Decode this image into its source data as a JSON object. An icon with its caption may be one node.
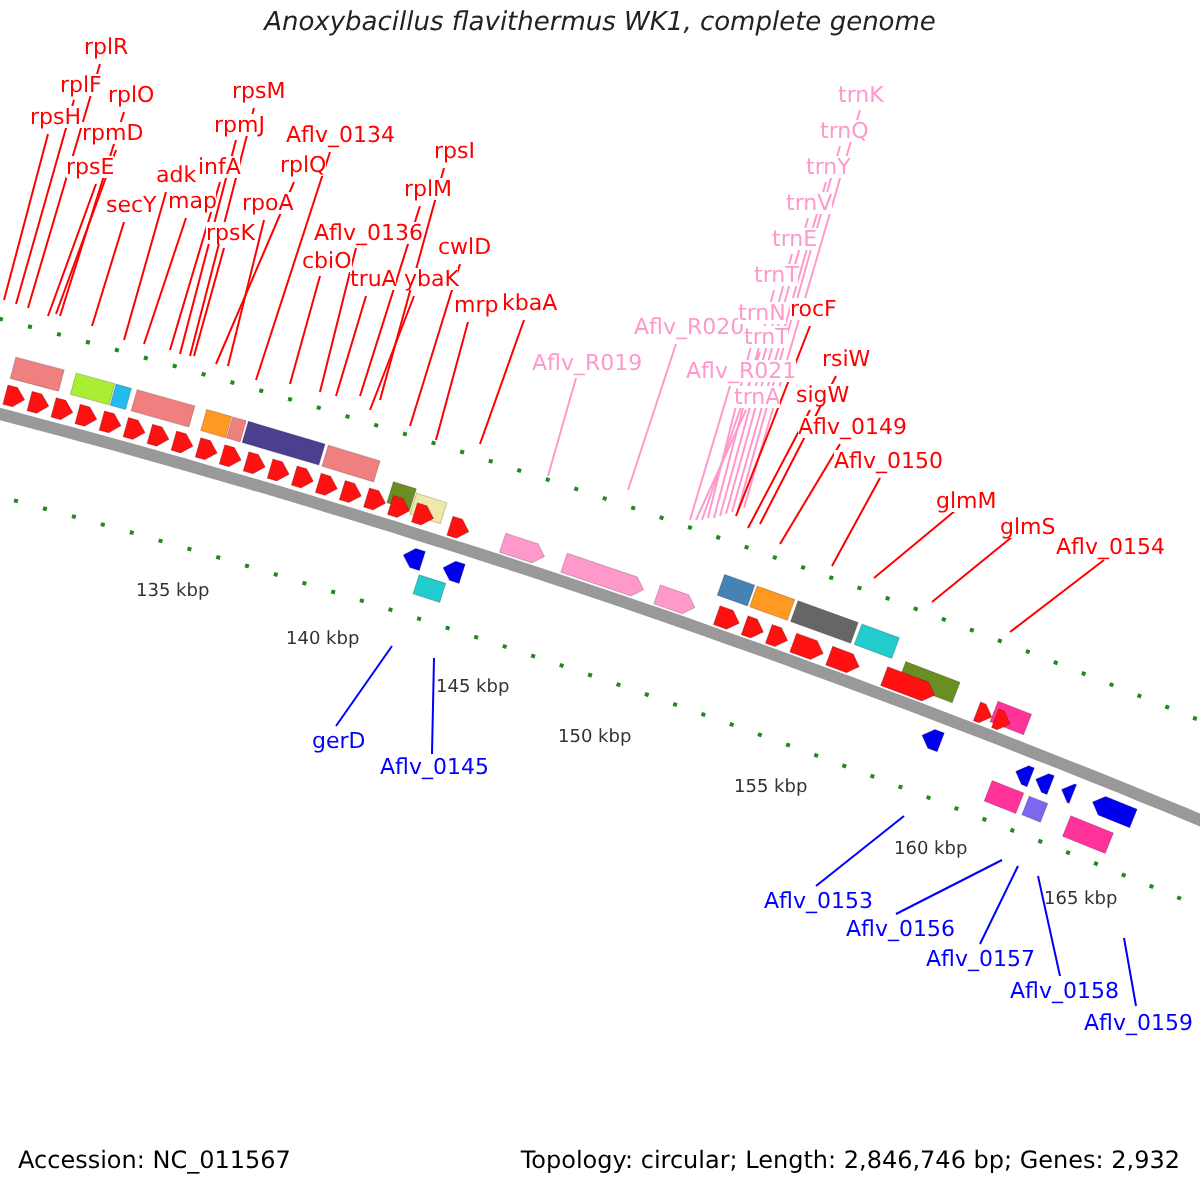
{
  "diagram": {
    "title": "Anoxybacillus flavithermus WK1, complete genome",
    "nodes": [
      {
        "text": [
          "rplR"
        ]
      },
      {
        "text": [
          "rplF"
        ]
      },
      {
        "text": [
          "rpsH"
        ]
      },
      {
        "text": [
          "rplO"
        ]
      },
      {
        "text": [
          "rpmD"
        ]
      },
      {
        "text": [
          "rpsE"
        ]
      },
      {
        "text": [
          "secY"
        ]
      },
      {
        "text": [
          "adk"
        ]
      },
      {
        "text": [
          "map"
        ]
      },
      {
        "text": [
          "infA"
        ]
      },
      {
        "text": [
          "rpmJ"
        ]
      },
      {
        "text": [
          "rpsM"
        ]
      },
      {
        "text": [
          "rpsK"
        ]
      },
      {
        "text": [
          "rplQ"
        ]
      },
      {
        "text": [
          "rpoA"
        ]
      },
      {
        "text": [
          "Aflv_0134"
        ]
      },
      {
        "text": [
          "Aflv_0136"
        ]
      },
      {
        "text": [
          "cbiO"
        ]
      },
      {
        "text": [
          "truA"
        ]
      },
      {
        "text": [
          "rplM"
        ]
      },
      {
        "text": [
          "rpsI"
        ]
      },
      {
        "text": [
          "ybaK"
        ]
      },
      {
        "text": [
          "cwlD"
        ]
      },
      {
        "text": [
          "mrp"
        ]
      },
      {
        "text": [
          "kbaA"
        ]
      },
      {
        "text": [
          "Aflv_R019"
        ]
      },
      {
        "text": [
          "Aflv_R020"
        ]
      },
      {
        "text": [
          "Aflv_R021"
        ]
      },
      {
        "text": [
          "trnK"
        ]
      },
      {
        "text": [
          "trnQ"
        ]
      },
      {
        "text": [
          "trnY"
        ]
      },
      {
        "text": [
          "trnV"
        ]
      },
      {
        "text": [
          "trnE"
        ]
      },
      {
        "text": [
          "trnT"
        ]
      },
      {
        "text": [
          "trnN"
        ]
      },
      {
        "text": [
          "trnT"
        ]
      },
      {
        "text": [
          "trnA"
        ]
      },
      {
        "text": [
          "rocF"
        ]
      },
      {
        "text": [
          "rsiW"
        ]
      },
      {
        "text": [
          "sigW"
        ]
      },
      {
        "text": [
          "Aflv_0149"
        ]
      },
      {
        "text": [
          "Aflv_0150"
        ]
      },
      {
        "text": [
          "glmM"
        ]
      },
      {
        "text": [
          "glmS"
        ]
      },
      {
        "text": [
          "Aflv_0154"
        ]
      },
      {
        "text": [
          "gerD"
        ]
      },
      {
        "text": [
          "Aflv_0145"
        ]
      },
      {
        "text": [
          "Aflv_0153"
        ]
      },
      {
        "text": [
          "Aflv_0156"
        ]
      },
      {
        "text": [
          "Aflv_0157"
        ]
      },
      {
        "text": [
          "Aflv_0158"
        ]
      },
      {
        "text": [
          "Aflv_0159"
        ]
      }
    ],
    "edges": [
      {
        "from": 0,
        "to": null,
        "arrow": "none"
      },
      {
        "from": 1,
        "to": null,
        "arrow": "none"
      },
      {
        "from": 2,
        "to": null,
        "arrow": "none"
      },
      {
        "from": 3,
        "to": null,
        "arrow": "none"
      },
      {
        "from": 4,
        "to": null,
        "arrow": "none"
      },
      {
        "from": 5,
        "to": null,
        "arrow": "none"
      },
      {
        "from": 6,
        "to": null,
        "arrow": "none"
      },
      {
        "from": 7,
        "to": null,
        "arrow": "none"
      },
      {
        "from": 8,
        "to": null,
        "arrow": "none"
      },
      {
        "from": 9,
        "to": null,
        "arrow": "none"
      },
      {
        "from": 10,
        "to": null,
        "arrow": "none"
      },
      {
        "from": 11,
        "to": null,
        "arrow": "none"
      },
      {
        "from": 12,
        "to": null,
        "arrow": "none"
      },
      {
        "from": 13,
        "to": null,
        "arrow": "none"
      },
      {
        "from": 14,
        "to": null,
        "arrow": "none"
      },
      {
        "from": 15,
        "to": null,
        "arrow": "none"
      },
      {
        "from": 16,
        "to": null,
        "arrow": "none"
      },
      {
        "from": 17,
        "to": null,
        "arrow": "none"
      },
      {
        "from": 18,
        "to": null,
        "arrow": "none"
      },
      {
        "from": 19,
        "to": null,
        "arrow": "none"
      },
      {
        "from": 20,
        "to": null,
        "arrow": "none"
      },
      {
        "from": 21,
        "to": null,
        "arrow": "none"
      },
      {
        "from": 22,
        "to": null,
        "arrow": "none"
      },
      {
        "from": 23,
        "to": null,
        "arrow": "none"
      },
      {
        "from": 24,
        "to": null,
        "arrow": "none"
      },
      {
        "from": 25,
        "to": null,
        "arrow": "none",
        "color": "#ff99cc"
      },
      {
        "from": 26,
        "to": null,
        "arrow": "none",
        "color": "#ff99cc"
      },
      {
        "from": 27,
        "to": null,
        "arrow": "none",
        "color": "#ff99cc"
      },
      {
        "from": 28,
        "to": null,
        "arrow": "none",
        "color": "#ff99cc"
      },
      {
        "from": 29,
        "to": null,
        "arrow": "none",
        "color": "#ff99cc"
      },
      {
        "from": 30,
        "to": null,
        "arrow": "none",
        "color": "#ff99cc"
      },
      {
        "from": 31,
        "to": null,
        "arrow": "none",
        "color": "#ff99cc"
      },
      {
        "from": 32,
        "to": null,
        "arrow": "none",
        "color": "#ff99cc"
      },
      {
        "from": 33,
        "to": null,
        "arrow": "none",
        "color": "#ff99cc"
      },
      {
        "from": 34,
        "to": null,
        "arrow": "none",
        "color": "#ff99cc"
      },
      {
        "from": 35,
        "to": null,
        "arrow": "none",
        "color": "#ff99cc"
      },
      {
        "from": 36,
        "to": null,
        "arrow": "none",
        "color": "#ff99cc"
      },
      {
        "from": 37,
        "to": null,
        "arrow": "none"
      },
      {
        "from": 38,
        "to": null,
        "arrow": "none"
      },
      {
        "from": 39,
        "to": null,
        "arrow": "none"
      },
      {
        "from": 40,
        "to": null,
        "arrow": "none"
      },
      {
        "from": 41,
        "to": null,
        "arrow": "none"
      },
      {
        "from": 42,
        "to": null,
        "arrow": "none"
      },
      {
        "from": 43,
        "to": null,
        "arrow": "none"
      },
      {
        "from": 44,
        "to": null,
        "arrow": "none"
      },
      {
        "from": 45,
        "to": null,
        "arrow": "none",
        "color": "#0000ff"
      },
      {
        "from": 46,
        "to": null,
        "arrow": "none",
        "color": "#0000ff"
      },
      {
        "from": 47,
        "to": null,
        "arrow": "none",
        "color": "#0000ff"
      },
      {
        "from": 48,
        "to": null,
        "arrow": "none",
        "color": "#0000ff"
      },
      {
        "from": 49,
        "to": null,
        "arrow": "none",
        "color": "#0000ff"
      },
      {
        "from": 50,
        "to": null,
        "arrow": "none",
        "color": "#0000ff"
      },
      {
        "from": 51,
        "to": null,
        "arrow": "none",
        "color": "#0000ff"
      }
    ],
    "labels": [
      "135 kbp",
      "140 kbp",
      "145 kbp",
      "150 kbp",
      "155 kbp",
      "160 kbp",
      "165 kbp",
      "Accession: NC_011567",
      "Topology: circular; Length: 2,846,746 bp; Genes: 2,932"
    ]
  }
}
